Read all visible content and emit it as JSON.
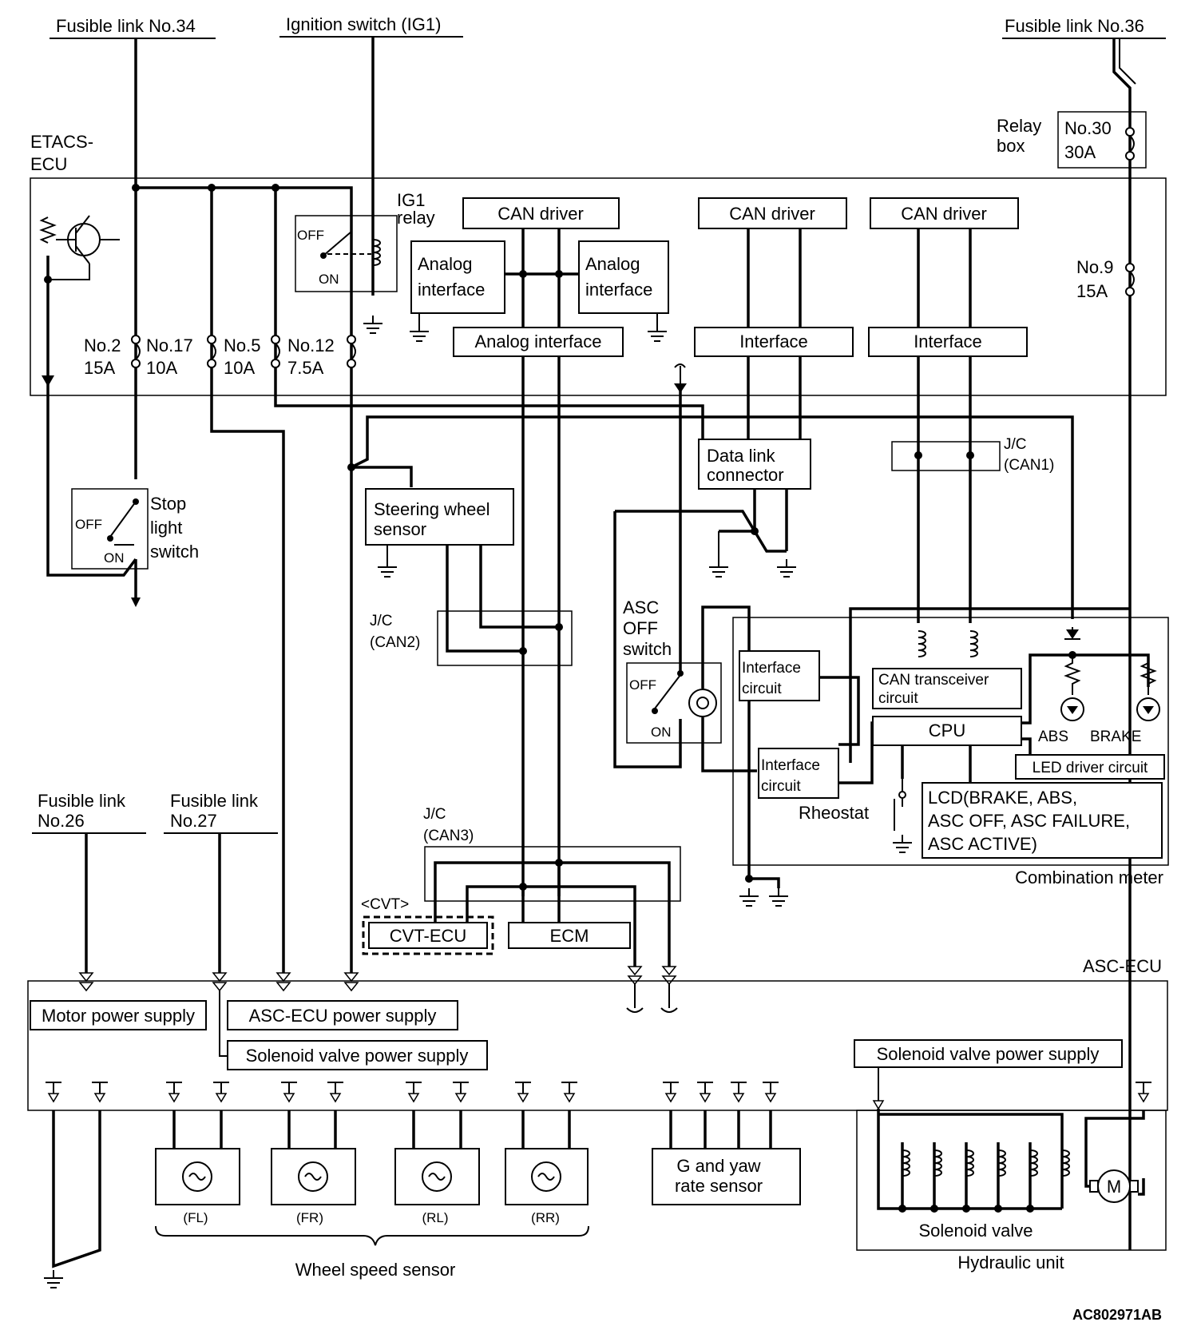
{
  "supplies": {
    "fusible_link_34": "Fusible link No.34",
    "ignition_switch": "Ignition switch (IG1)",
    "fusible_link_36": "Fusible link No.36",
    "fusible_link_26_l1": "Fusible link",
    "fusible_link_26_l2": "No.26",
    "fusible_link_27_l1": "Fusible link",
    "fusible_link_27_l2": "No.27"
  },
  "etacs": {
    "title_l1": "ETACS-",
    "title_l2": "ECU",
    "ig1_relay_l1": "IG1",
    "ig1_relay_l2": "relay",
    "off": "OFF",
    "on": "ON",
    "fuses": [
      {
        "no": "No.2",
        "amp": "15A"
      },
      {
        "no": "No.17",
        "amp": "10A"
      },
      {
        "no": "No.5",
        "amp": "10A"
      },
      {
        "no": "No.12",
        "amp": "7.5A"
      }
    ],
    "can_driver": "CAN driver",
    "analog_interface": "Analog",
    "analog_interface_l2": "interface",
    "analog_interface_wide": "Analog interface"
  },
  "relay_box": {
    "label_l1": "Relay",
    "label_l2": "box",
    "fuse30_no": "No.30",
    "fuse30_amp": "30A",
    "fuse9_no": "No.9",
    "fuse9_amp": "15A"
  },
  "modules": {
    "can_driver_2": "CAN driver",
    "interface_2": "Interface",
    "can_driver_3": "CAN driver",
    "interface_3": "Interface",
    "data_link_l1": "Data link",
    "data_link_l2": "connector",
    "jc_can1_l1": "J/C",
    "jc_can1_l2": "(CAN1)",
    "steering_l1": "Steering wheel",
    "steering_l2": "sensor",
    "jc_can2_l1": "J/C",
    "jc_can2_l2": "(CAN2)",
    "stop_light_l1": "Stop",
    "stop_light_l2": "light",
    "stop_light_l3": "switch",
    "stop_off": "OFF",
    "stop_on": "ON",
    "asc_off_l1": "ASC",
    "asc_off_l2": "OFF",
    "asc_off_l3": "switch",
    "asc_sw_off": "OFF",
    "asc_sw_on": "ON",
    "jc_can3_l1": "J/C",
    "jc_can3_l2": "(CAN3)",
    "cvt_tag": "<CVT>",
    "cvt_ecu": "CVT-ECU",
    "ecm": "ECM"
  },
  "combination_meter": {
    "title": "Combination meter",
    "interface_circuit_1_l1": "Interface",
    "interface_circuit_1_l2": "circuit",
    "interface_circuit_2_l1": "Interface",
    "interface_circuit_2_l2": "circuit",
    "can_transceiver_l1": "CAN transceiver",
    "can_transceiver_l2": "circuit",
    "cpu": "CPU",
    "abs": "ABS",
    "brake": "BRAKE",
    "led_driver": "LED driver circuit",
    "rheostat": "Rheostat",
    "lcd_l1": "LCD(BRAKE, ABS,",
    "lcd_l2": "ASC OFF, ASC FAILURE,",
    "lcd_l3": "ASC ACTIVE)"
  },
  "asc_ecu": {
    "title": "ASC-ECU",
    "motor_power": "Motor power supply",
    "asc_power": "ASC-ECU power supply",
    "solenoid_power_left": "Solenoid valve power supply",
    "solenoid_power_right": "Solenoid valve power supply"
  },
  "sensors": {
    "fl": "(FL)",
    "fr": "(FR)",
    "rl": "(RL)",
    "rr": "(RR)",
    "wheel_speed": "Wheel speed sensor",
    "g_yaw_l1": "G and yaw",
    "g_yaw_l2": "rate sensor"
  },
  "hydraulic": {
    "solenoid_valve": "Solenoid valve",
    "hydraulic_unit": "Hydraulic unit",
    "motor_symbol": "M"
  },
  "figure_code": "AC802971AB"
}
